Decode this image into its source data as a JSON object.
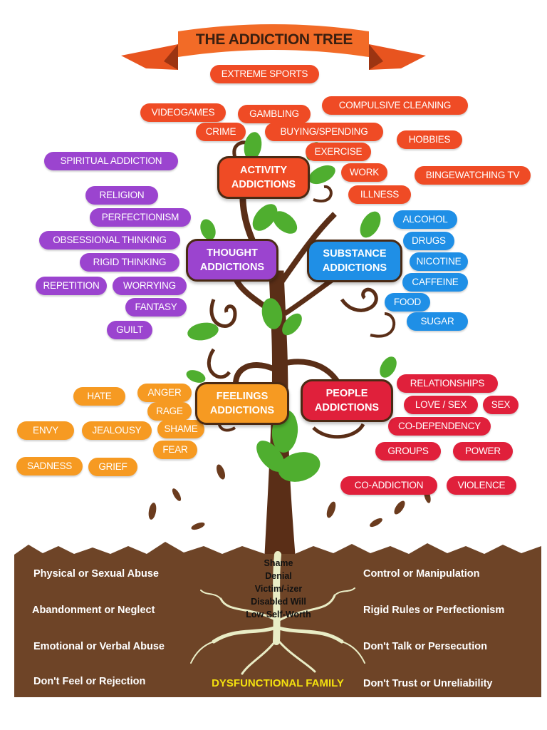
{
  "title": "THE ADDICTION TREE",
  "colors": {
    "activity": "#ef4b25",
    "thought": "#9b44cf",
    "substance": "#1f8fe6",
    "feelings": "#f69a22",
    "people": "#e0203b",
    "soil": "#6e4427",
    "trunk": "#5a2e17",
    "leaf": "#4fae2f",
    "family_text": "#f4e10f"
  },
  "categories": {
    "activity": "ACTIVITY ADDICTIONS",
    "thought": "THOUGHT ADDICTIONS",
    "substance": "SUBSTANCE ADDICTIONS",
    "feelings": "FEELINGS ADDICTIONS",
    "people": "PEOPLE ADDICTIONS"
  },
  "activity_items": [
    "EXTREME SPORTS",
    "VIDEOGAMES",
    "GAMBLING",
    "COMPULSIVE CLEANING",
    "CRIME",
    "BUYING/SPENDING",
    "HOBBIES",
    "EXERCISE",
    "WORK",
    "BINGEWATCHING TV",
    "ILLNESS"
  ],
  "thought_items": [
    "SPIRITUAL ADDICTION",
    "RELIGION",
    "PERFECTIONISM",
    "OBSESSIONAL THINKING",
    "RIGID THINKING",
    "REPETITION",
    "WORRYING",
    "FANTASY",
    "GUILT"
  ],
  "substance_items": [
    "ALCOHOL",
    "DRUGS",
    "NICOTINE",
    "CAFFEINE",
    "FOOD",
    "SUGAR"
  ],
  "feelings_items": [
    "HATE",
    "ANGER",
    "RAGE",
    "SHAME",
    "ENVY",
    "JEALOUSY",
    "FEAR",
    "SADNESS",
    "GRIEF"
  ],
  "people_items": [
    "RELATIONSHIPS",
    "LOVE / SEX",
    "SEX",
    "CO-DEPENDENCY",
    "GROUPS",
    "POWER",
    "CO-ADDICTION",
    "VIOLENCE"
  ],
  "causes_left": [
    "Physical or Sexual Abuse",
    "Abandonment or Neglect",
    "Emotional or Verbal Abuse",
    "Don't Feel or Rejection"
  ],
  "causes_right": [
    "Control or Manipulation",
    "Rigid Rules or Perfectionism",
    "Don't Talk or Persecution",
    "Don't Trust or Unreliability"
  ],
  "roots": [
    "Shame",
    "Denial",
    "Victim/-izer",
    "Disabled Will",
    "Low Self-Worth"
  ],
  "foundation": "DYSFUNCTIONAL FAMILY"
}
